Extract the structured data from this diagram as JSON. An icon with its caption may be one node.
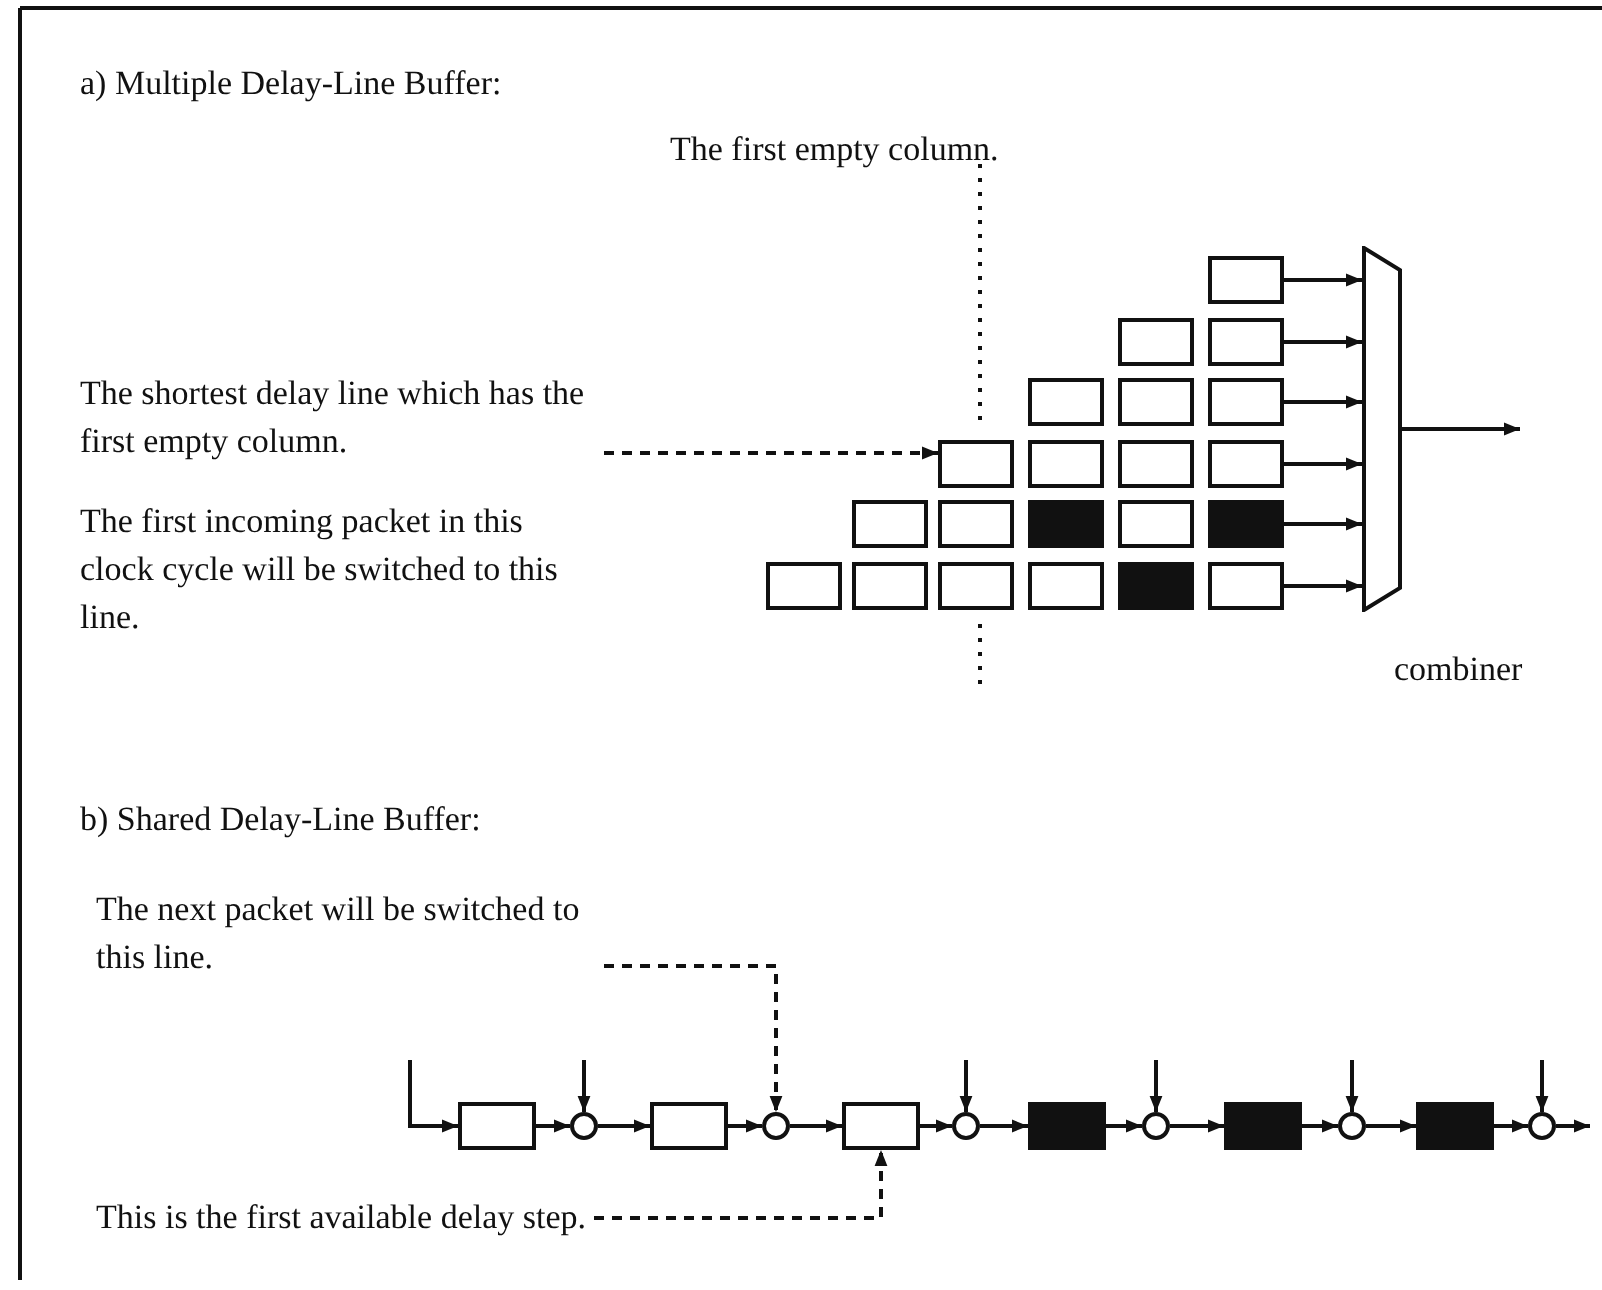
{
  "diagram": {
    "nodes": [
      {
        "text": [
          "The shortest delay line which has the first empty column."
        ]
      },
      {
        "text": [],
        "shape": "box"
      },
      {
        "text": [],
        "shape": "box"
      },
      {
        "text": [],
        "shape": "box"
      },
      {
        "text": [],
        "shape": "box"
      },
      {
        "text": [],
        "shape": "box"
      },
      {
        "text": [],
        "shape": "box"
      },
      {
        "text": [],
        "shape": "box"
      },
      {
        "text": [],
        "shape": "box"
      },
      {
        "text": [],
        "shape": "box"
      },
      {
        "text": [],
        "shape": "box"
      },
      {
        "text": [],
        "shape": "box"
      },
      {
        "text": [],
        "shape": "box"
      },
      {
        "text": [],
        "shape": "box"
      },
      {
        "text": [],
        "shape": "box"
      },
      {
        "text": [],
        "shape": "box"
      },
      {
        "text": [],
        "shape": "box"
      },
      {
        "text": [],
        "shape": "box"
      },
      {
        "text": [],
        "shape": "box"
      },
      {
        "text": [],
        "shape": "box"
      },
      {
        "text": [],
        "shape": "box"
      },
      {
        "text": [],
        "shape": "box"
      },
      {
        "text": [],
        "shape": "trapezoid",
        "beside": [
          "combiner"
        ]
      },
      {
        "text": [
          "The next packet will be switched to this line."
        ]
      },
      {
        "text": [],
        "shape": "box"
      },
      {
        "text": [],
        "shape": "circle"
      },
      {
        "text": [],
        "shape": "box"
      },
      {
        "text": [],
        "shape": "circle"
      },
      {
        "text": [],
        "shape": "box"
      },
      {
        "text": [],
        "shape": "circle"
      },
      {
        "text": [],
        "shape": "box"
      },
      {
        "text": [],
        "shape": "circle"
      },
      {
        "text": [],
        "shape": "box"
      },
      {
        "text": [],
        "shape": "circle"
      },
      {
        "text": [],
        "shape": "box"
      },
      {
        "text": [],
        "shape": "circle"
      },
      {
        "text": [
          "This is the first available delay step."
        ]
      }
    ],
    "edges": [
      {
        "from": 0,
        "to": 7,
        "arrow": "to",
        "style": "dashed"
      },
      {
        "from": 1,
        "to": 22,
        "arrow": "to"
      },
      {
        "from": 3,
        "to": 22,
        "arrow": "to"
      },
      {
        "from": 6,
        "to": 22,
        "arrow": "to"
      },
      {
        "from": 10,
        "to": 22,
        "arrow": "to"
      },
      {
        "from": 15,
        "to": 22,
        "arrow": "to"
      },
      {
        "from": 21,
        "to": 22,
        "arrow": "to"
      },
      {
        "from": 22,
        "to": null,
        "arrow": "to"
      },
      {
        "from": null,
        "to": 24,
        "arrow": "to"
      },
      {
        "from": 24,
        "to": 25,
        "arrow": "to"
      },
      {
        "from": 25,
        "to": 26,
        "arrow": "to"
      },
      {
        "from": 26,
        "to": 27,
        "arrow": "to"
      },
      {
        "from": 27,
        "to": 28,
        "arrow": "to"
      },
      {
        "from": 28,
        "to": 29,
        "arrow": "to"
      },
      {
        "from": 29,
        "to": 30,
        "arrow": "to"
      },
      {
        "from": 30,
        "to": 31,
        "arrow": "to"
      },
      {
        "from": 31,
        "to": 32,
        "arrow": "to"
      },
      {
        "from": 32,
        "to": 33,
        "arrow": "to"
      },
      {
        "from": 33,
        "to": 34,
        "arrow": "to"
      },
      {
        "from": 34,
        "to": 35,
        "arrow": "to"
      },
      {
        "from": 35,
        "to": null,
        "arrow": "to"
      },
      {
        "from": null,
        "to": 25,
        "arrow": "to"
      },
      {
        "from": null,
        "to": 29,
        "arrow": "to"
      },
      {
        "from": null,
        "to": 31,
        "arrow": "to"
      },
      {
        "from": null,
        "to": 33,
        "arrow": "to"
      },
      {
        "from": null,
        "to": 35,
        "arrow": "to"
      },
      {
        "from": 23,
        "to": 27,
        "arrow": "to",
        "style": "dashed"
      },
      {
        "from": 36,
        "to": 28,
        "arrow": "to",
        "style": "dashed"
      }
    ],
    "labels": [
      "a) Multiple Delay-Line Buffer:",
      "The first empty column.",
      "The first incoming packet in this clock cycle will be switched to this line.",
      "b) Shared Delay-Line Buffer:"
    ]
  }
}
